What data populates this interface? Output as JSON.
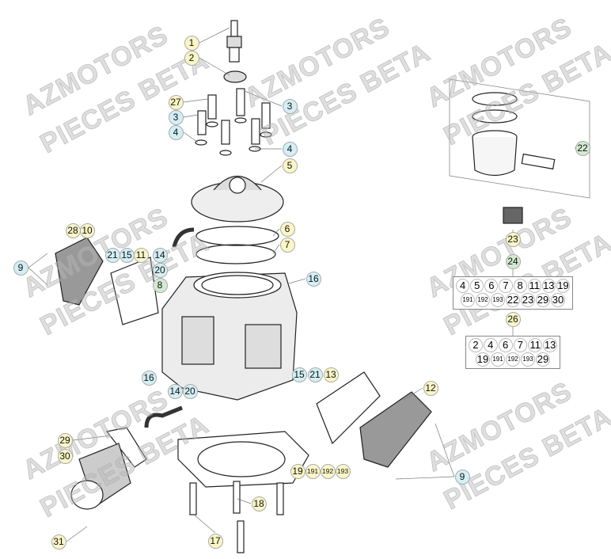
{
  "watermark": [
    "AZMOTORS",
    "PIECES BETA"
  ],
  "colors": {
    "yellow_callout": "#faf6c6",
    "blue_callout": "#d3eff5",
    "green_callout": "#d2ead2"
  },
  "callouts": [
    {
      "n": "1",
      "color": "yellow"
    },
    {
      "n": "2",
      "color": "yellow"
    },
    {
      "n": "27",
      "color": "yellow"
    },
    {
      "n": "3",
      "color": "blue"
    },
    {
      "n": "4",
      "color": "blue"
    },
    {
      "n": "3",
      "color": "blue"
    },
    {
      "n": "4",
      "color": "blue"
    },
    {
      "n": "5",
      "color": "yellow"
    },
    {
      "n": "22",
      "color": "green"
    },
    {
      "n": "6",
      "color": "yellow"
    },
    {
      "n": "7",
      "color": "yellow"
    },
    {
      "n": "28",
      "color": "yellow"
    },
    {
      "n": "10",
      "color": "yellow"
    },
    {
      "n": "9",
      "color": "blue"
    },
    {
      "n": "21",
      "color": "blue"
    },
    {
      "n": "15",
      "color": "blue"
    },
    {
      "n": "11",
      "color": "yellow"
    },
    {
      "n": "14",
      "color": "blue"
    },
    {
      "n": "20",
      "color": "blue"
    },
    {
      "n": "8",
      "color": "green"
    },
    {
      "n": "16",
      "color": "blue"
    },
    {
      "n": "23",
      "color": "yellow"
    },
    {
      "n": "24",
      "color": "green"
    },
    {
      "n": "26",
      "color": "yellow"
    },
    {
      "n": "16",
      "color": "blue"
    },
    {
      "n": "14",
      "color": "blue"
    },
    {
      "n": "20",
      "color": "blue"
    },
    {
      "n": "15",
      "color": "blue"
    },
    {
      "n": "21",
      "color": "blue"
    },
    {
      "n": "13",
      "color": "yellow"
    },
    {
      "n": "12",
      "color": "yellow"
    },
    {
      "n": "29",
      "color": "yellow"
    },
    {
      "n": "30",
      "color": "yellow"
    },
    {
      "n": "19",
      "color": "yellow"
    },
    {
      "n": "191",
      "color": "yellow"
    },
    {
      "n": "192",
      "color": "yellow"
    },
    {
      "n": "193",
      "color": "yellow"
    },
    {
      "n": "9",
      "color": "blue"
    },
    {
      "n": "18",
      "color": "yellow"
    },
    {
      "n": "17",
      "color": "yellow"
    },
    {
      "n": "31",
      "color": "yellow"
    }
  ],
  "kit24": {
    "row1": [
      "4",
      "5",
      "6",
      "7",
      "8",
      "11",
      "13",
      "19"
    ],
    "row2": [
      "191",
      "192",
      "193",
      "22",
      "23",
      "29",
      "30"
    ]
  },
  "kit26": {
    "row1": [
      "2",
      "4",
      "6",
      "7",
      "11",
      "13"
    ],
    "row2": [
      "19",
      "191",
      "192",
      "193",
      "29"
    ]
  }
}
